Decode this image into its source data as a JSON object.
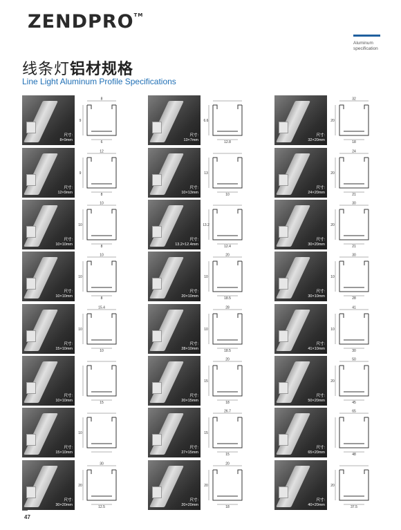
{
  "header": {
    "logo_text": "ZENDPRO",
    "logo_tm": "TM",
    "tag_line1": "Aluminum",
    "tag_line2": "specification",
    "title_cn_regular": "线条灯",
    "title_cn_bold": "铝材规格",
    "title_en": "Line Light Aluminum Profile Specifications"
  },
  "size_prefix": "尺寸:",
  "columns": [
    [
      {
        "size": "8×9mm",
        "dims": [
          "8",
          "9",
          "6"
        ]
      },
      {
        "size": "12×9mm",
        "dims": [
          "12",
          "9",
          "8"
        ]
      },
      {
        "size": "10×10mm",
        "dims": [
          "10",
          "10",
          "8"
        ]
      },
      {
        "size": "10×10mm",
        "dims": [
          "10",
          "10",
          "8"
        ]
      },
      {
        "size": "15×10mm",
        "dims": [
          "15.4",
          "10",
          "10"
        ]
      },
      {
        "size": "10×10mm",
        "dims": [
          "",
          "",
          "15"
        ]
      },
      {
        "size": "15×10mm",
        "dims": [
          "",
          "10",
          ""
        ]
      },
      {
        "size": "30×20mm",
        "dims": [
          "30",
          "20",
          "12.5"
        ]
      }
    ],
    [
      {
        "size": "13×7mm",
        "dims": [
          "",
          "6.6",
          "12.8"
        ]
      },
      {
        "size": "10×13mm",
        "dims": [
          "",
          "13",
          "10"
        ]
      },
      {
        "size": "13.2×12.4mm",
        "dims": [
          "",
          "13.2",
          "12.4"
        ]
      },
      {
        "size": "20×10mm",
        "dims": [
          "20",
          "10",
          "18.5"
        ]
      },
      {
        "size": "28×10mm",
        "dims": [
          "28",
          "10",
          "18.5"
        ]
      },
      {
        "size": "20×15mm",
        "dims": [
          "20",
          "15",
          "18"
        ]
      },
      {
        "size": "27×15mm",
        "dims": [
          "26.7",
          "15",
          "15"
        ]
      },
      {
        "size": "20×20mm",
        "dims": [
          "20",
          "20",
          "18"
        ]
      }
    ],
    [
      {
        "size": "32×20mm",
        "dims": [
          "32",
          "20",
          "18"
        ]
      },
      {
        "size": "24×20mm",
        "dims": [
          "24",
          "20",
          "21"
        ]
      },
      {
        "size": "30×20mm",
        "dims": [
          "30",
          "20",
          "21"
        ]
      },
      {
        "size": "30×10mm",
        "dims": [
          "30",
          "10",
          "28"
        ]
      },
      {
        "size": "41×10mm",
        "dims": [
          "41",
          "10",
          "30"
        ]
      },
      {
        "size": "50×20mm",
        "dims": [
          "50",
          "20",
          "45"
        ]
      },
      {
        "size": "65×20mm",
        "dims": [
          "65",
          "",
          "48"
        ]
      },
      {
        "size": "40×20mm",
        "dims": [
          "",
          "20",
          "37.5"
        ]
      }
    ]
  ],
  "footer": {
    "page_number": "47"
  }
}
